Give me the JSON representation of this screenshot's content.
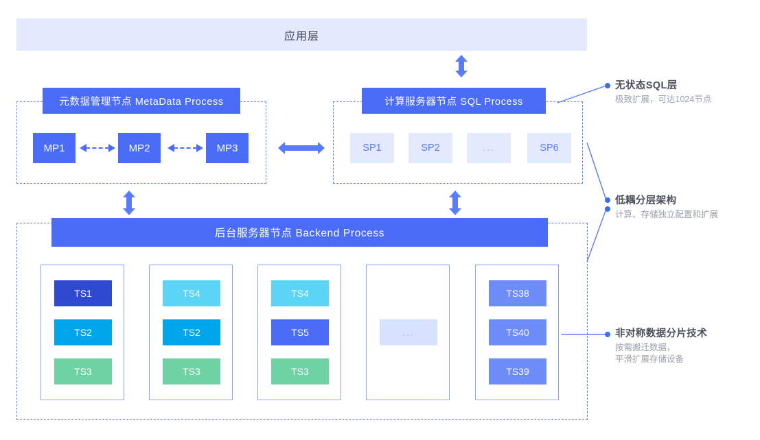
{
  "diagram": {
    "app_layer": {
      "label": "应用层"
    },
    "metadata_group": {
      "header": "元数据管理节点 MetaData Process",
      "nodes": [
        "MP1",
        "MP2",
        "MP3"
      ]
    },
    "sql_group": {
      "header": "计算服务器节点  SQL Process",
      "nodes": [
        "SP1",
        "SP2",
        "...",
        "SP6"
      ]
    },
    "backend_group": {
      "header": "后台服务器节点  Backend Process",
      "columns": [
        {
          "name": "storage-column-1",
          "cells": [
            {
              "label": "TS1",
              "color": "#2f49d1"
            },
            {
              "label": "TS2",
              "color": "#00a6ec"
            },
            {
              "label": "TS3",
              "color": "#6ed3a4"
            }
          ]
        },
        {
          "name": "storage-column-2",
          "cells": [
            {
              "label": "TS4",
              "color": "#5bd4f5"
            },
            {
              "label": "TS2",
              "color": "#00a6ec"
            },
            {
              "label": "TS3",
              "color": "#6ed3a4"
            }
          ]
        },
        {
          "name": "storage-column-3",
          "cells": [
            {
              "label": "TS4",
              "color": "#5bd4f5"
            },
            {
              "label": "TS5",
              "color": "#4a6cf7"
            },
            {
              "label": "TS3",
              "color": "#6ed3a4"
            }
          ]
        },
        {
          "name": "storage-column-4",
          "cells": [
            {
              "label": "...",
              "color": "#d8e1fd"
            }
          ]
        },
        {
          "name": "storage-column-5",
          "cells": [
            {
              "label": "TS38",
              "color": "#6d8cf8"
            },
            {
              "label": "TS40",
              "color": "#6d8cf8"
            },
            {
              "label": "TS39",
              "color": "#6d8cf8"
            }
          ]
        }
      ]
    },
    "annotations": [
      {
        "title": "无状态SQL层",
        "lines": [
          "极致扩展，可达1024节点"
        ]
      },
      {
        "title": "低耦分层架构",
        "lines": [
          "计算、存储独立配置和扩展"
        ]
      },
      {
        "title": "非对称数据分片技术",
        "lines": [
          "按需搬迁数据，",
          "平滑扩展存储设备"
        ]
      }
    ],
    "colors": {
      "primary_blue": "#4a6cf7",
      "light_blue": "#e4eafd",
      "accent_dot": "#3d6ef0",
      "dashed_border": "#5b7cfa",
      "title_text": "#4a4f5c",
      "sub_text": "#9aa0ab"
    }
  }
}
